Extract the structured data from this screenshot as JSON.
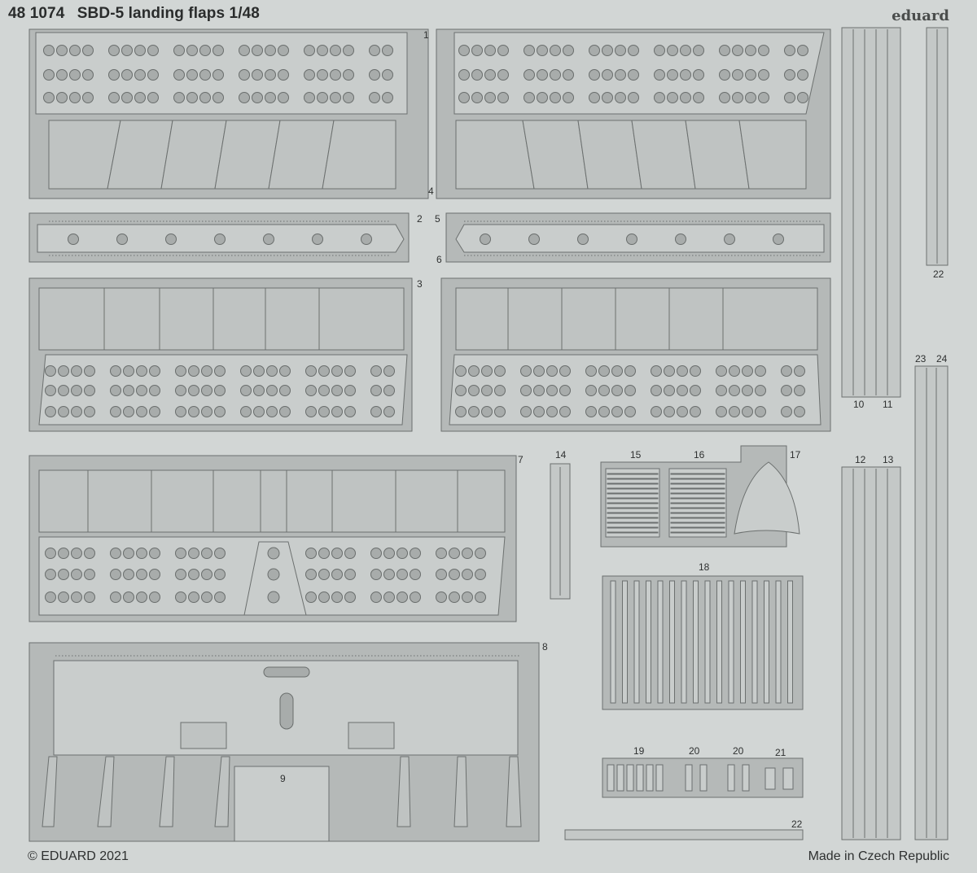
{
  "header": {
    "code": "48 1074",
    "title": "SBD-5 landing flaps 1/48",
    "brand": "eduard"
  },
  "footer": {
    "copyright": "© EDUARD 2021",
    "origin": "Made in Czech Republic"
  },
  "part_numbers": {
    "p1": "1",
    "p2": "2",
    "p3": "3",
    "p4": "4",
    "p5": "5",
    "p6": "6",
    "p7": "7",
    "p8": "8",
    "p9": "9",
    "p10": "10",
    "p11": "11",
    "p12": "12",
    "p13": "13",
    "p14": "14",
    "p15": "15",
    "p16": "16",
    "p17": "17",
    "p18": "18",
    "p19": "19",
    "p20a": "20",
    "p20b": "20",
    "p21": "21",
    "p22a": "22",
    "p22b": "22",
    "p23": "23",
    "p24": "24"
  },
  "colors": {
    "fret_background": "#d2d6d5",
    "panel": "#b8bcbb",
    "part": "#c9cdcc",
    "outline": "#6e7271"
  }
}
